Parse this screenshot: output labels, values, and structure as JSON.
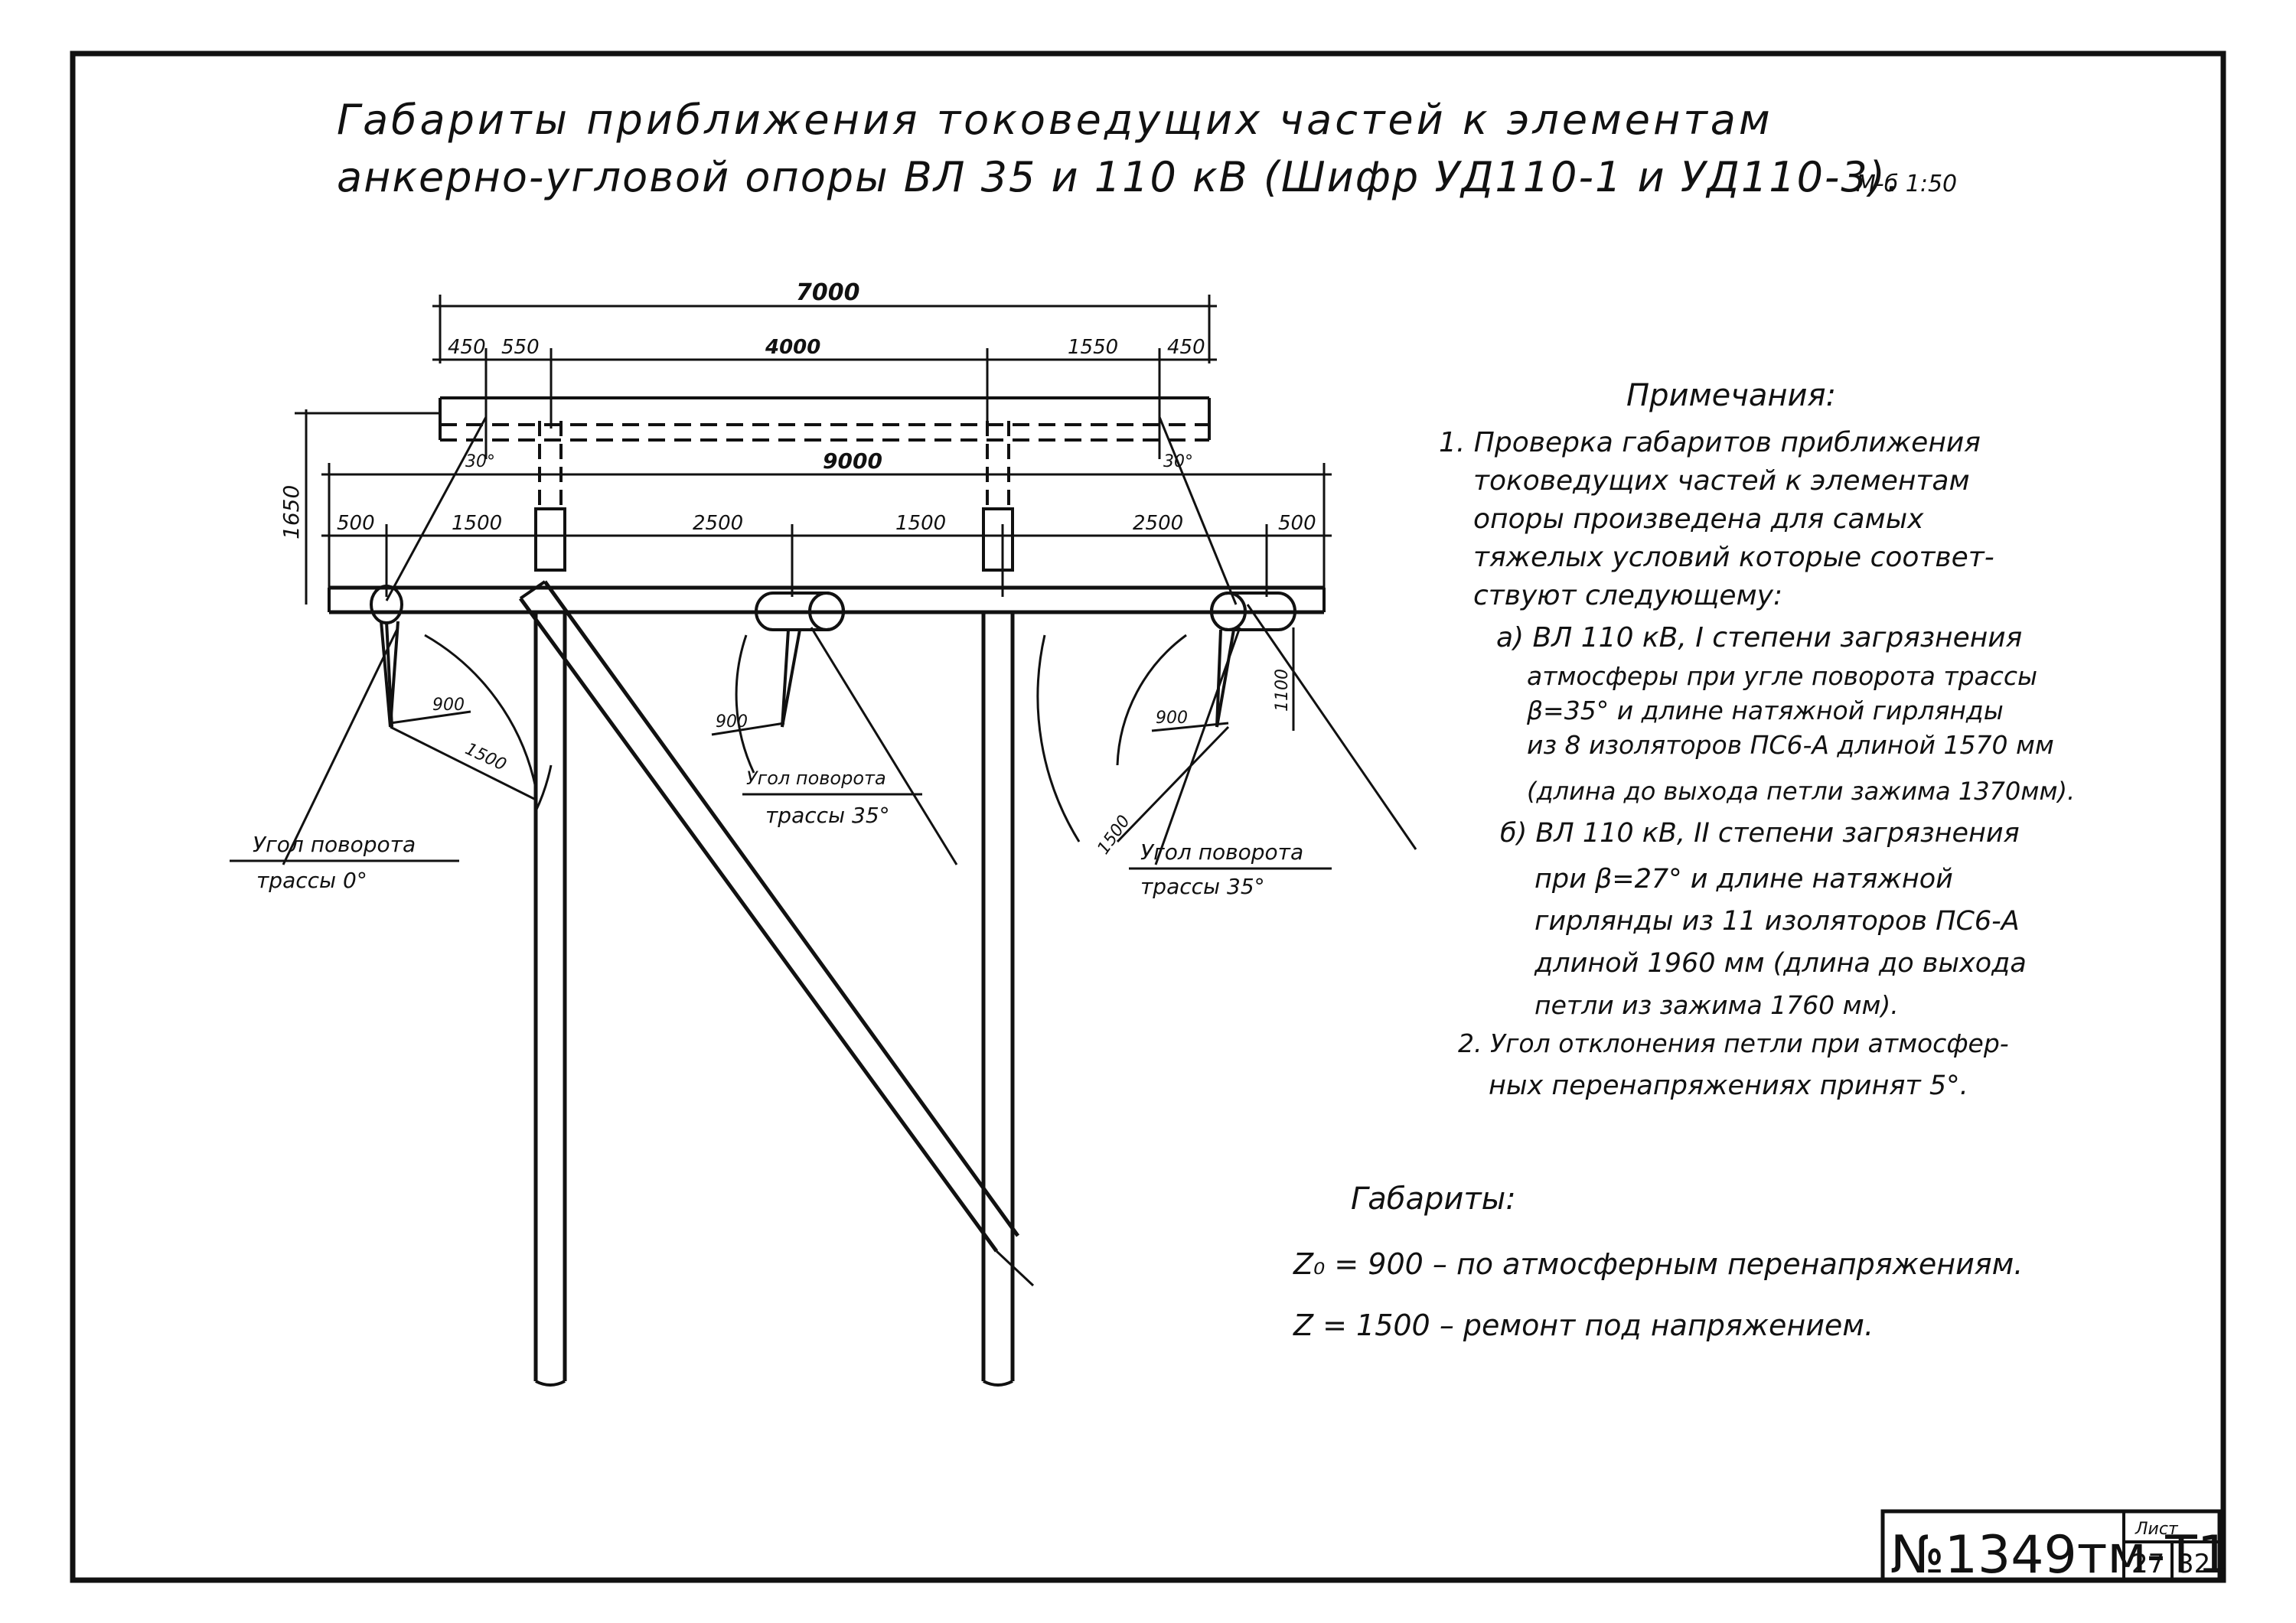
{
  "title": {
    "line1": "Габариты приближения токоведущих частей к элементам",
    "line2": "анкерно-угловой опоры ВЛ 35 и 110 кВ (Шифр УД110-1 и УД110-3).",
    "scale": "М-б 1:50"
  },
  "dimensions": {
    "top_total": "7000",
    "top_parts": [
      "450",
      "550",
      "4000",
      "1550",
      "450"
    ],
    "height": "1650",
    "mid_total": "9000",
    "lower_parts": [
      "500",
      "1500",
      "2500",
      "1500",
      "2500",
      "500"
    ],
    "angle_left": "30°",
    "angle_right": "30°",
    "right_drop": "1100",
    "radius_inner": "900",
    "radius_outer": "1500"
  },
  "angle_labels": {
    "left": [
      "Угол поворота",
      "трассы 0°"
    ],
    "middle": [
      "Угол поворота",
      "трассы 35°"
    ],
    "right": [
      "Угол поворота",
      "трассы 35°"
    ]
  },
  "notes": {
    "heading": "Примечания:",
    "lines": [
      "1. Проверка габаритов приближения",
      "токоведущих частей к элементам",
      "опоры произведена для самых",
      "тяжелых условий которые соответ-",
      "ствуют следующему:",
      "а) ВЛ 110 кВ, I степени загрязнения",
      "атмосферы при угле поворота трассы",
      "β=35° и длине натяжной гирлянды",
      "из 8 изоляторов ПС6-А длиной 1570 мм",
      "(длина до выхода петли зажима 1370мм).",
      "б) ВЛ 110 кВ, II степени загрязнения",
      "при β=27° и длине натяжной",
      "гирлянды из 11 изоляторов ПС6-А",
      "длиной 1960 мм (длина до выхода",
      "петли из зажима 1760 мм).",
      "2. Угол отклонения петли при атмосфер-",
      "ных перенапряжениях принят 5°."
    ]
  },
  "clearances": {
    "heading": "Габариты:",
    "line1": "Z₀ = 900 – по атмосферным перенапряжениям.",
    "line2": "Z = 1500 – ремонт под напряжением."
  },
  "stamp": {
    "code": "№1349тм-Т1",
    "sheet_label": "Лист",
    "sheet_no": "27",
    "total_sheets": "32"
  }
}
